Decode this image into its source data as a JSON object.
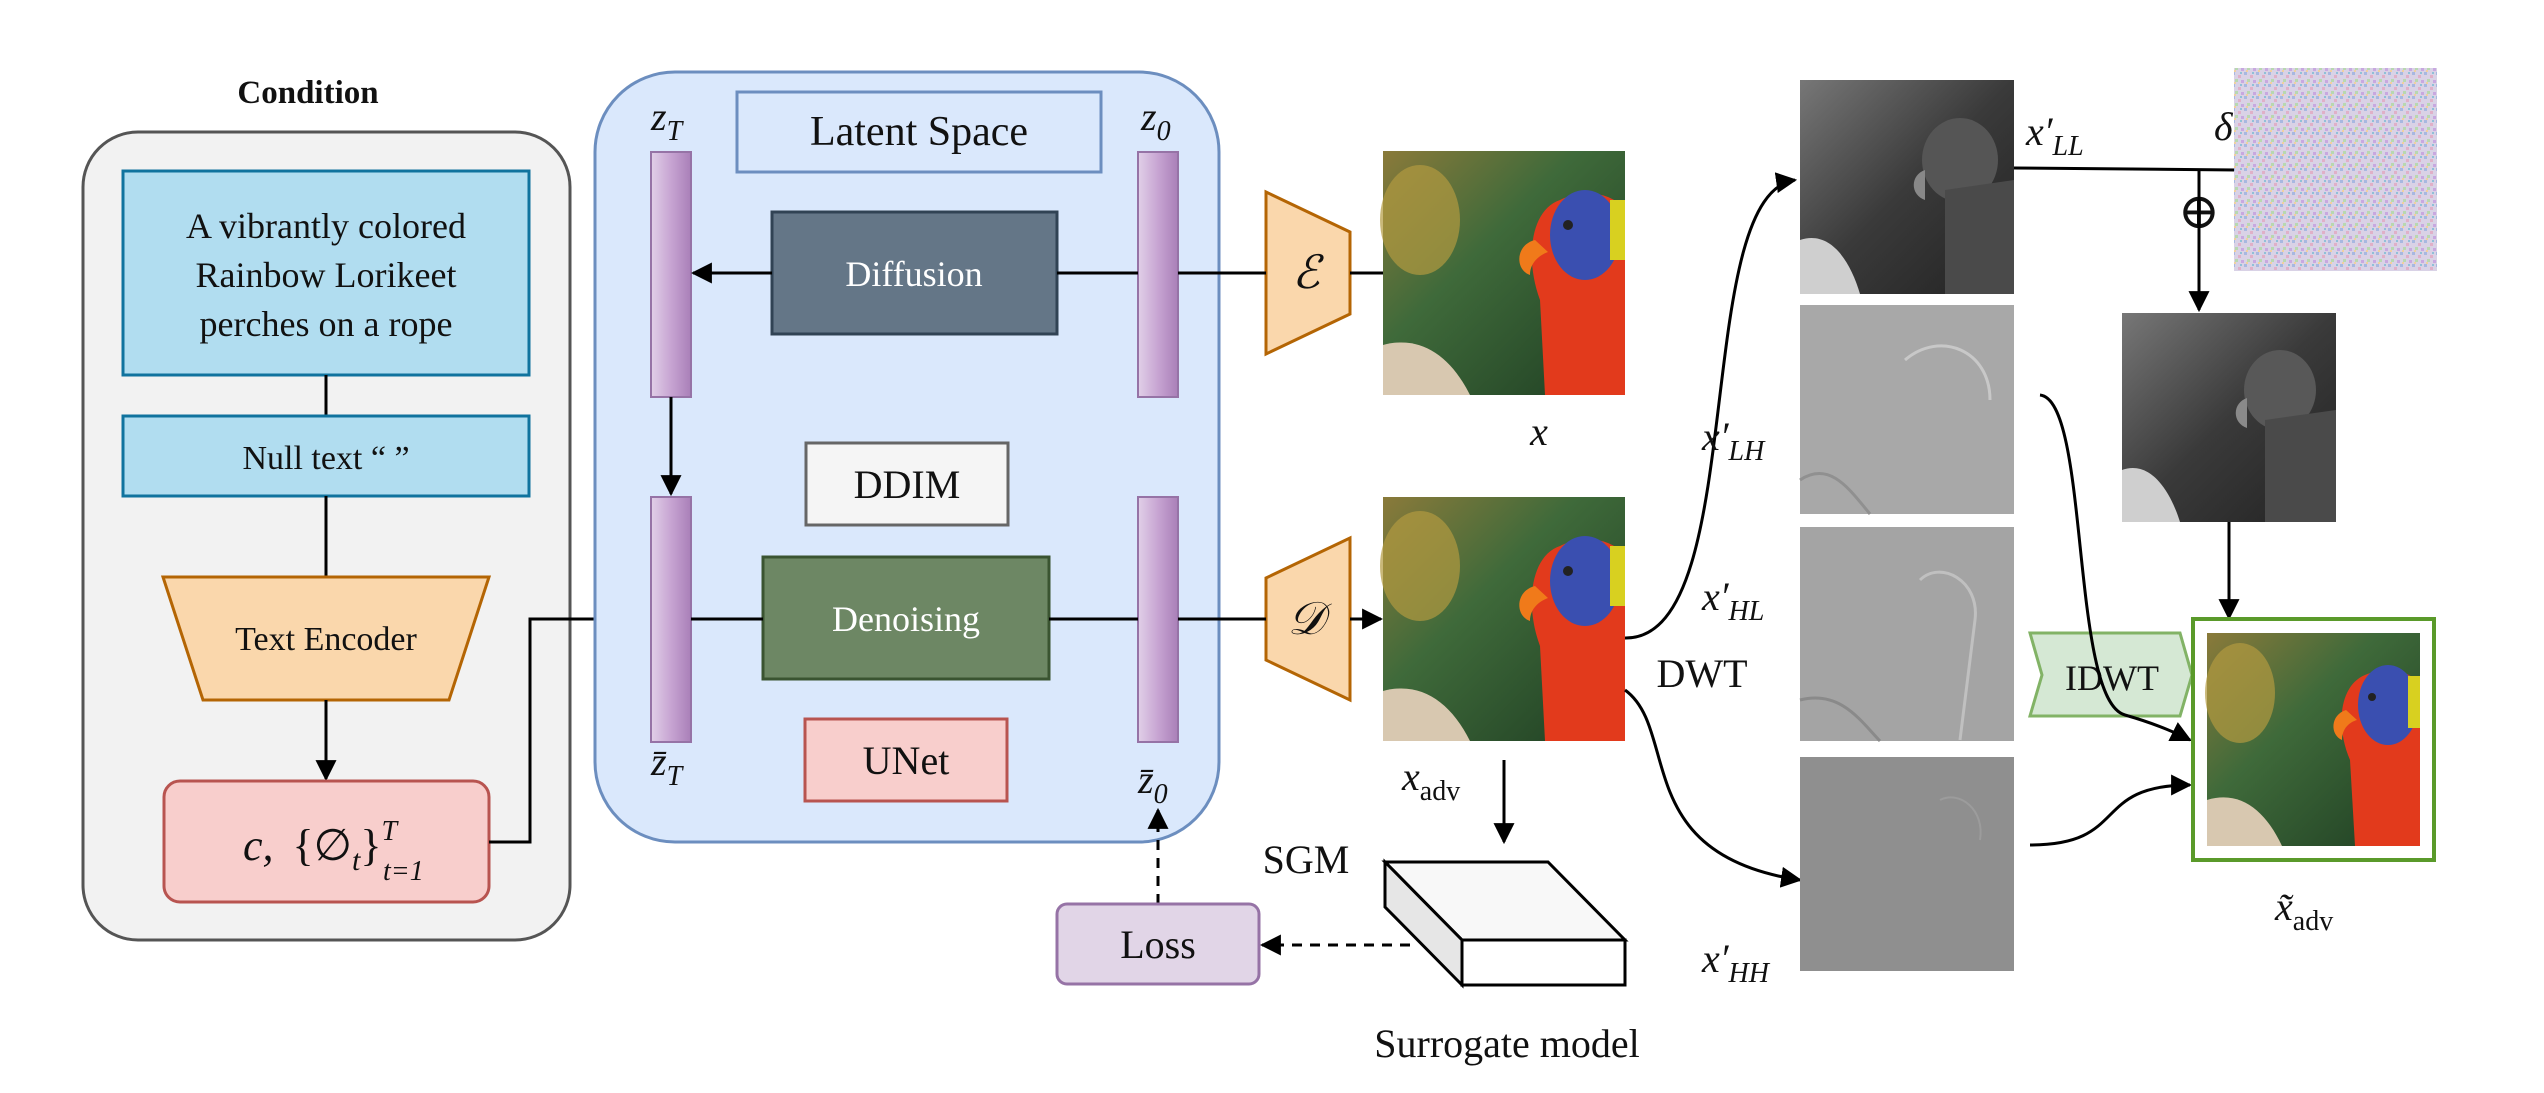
{
  "condition": {
    "title": "Condition",
    "prompt_lines": [
      "A vibrantly colored",
      "Rainbow Lorikeet",
      "perches on a rope"
    ],
    "null_text": "Null text “   ”",
    "text_encoder": "Text Encoder",
    "embedding_c": "c,",
    "embedding_set": "{∅",
    "embedding_t_sub": "t",
    "embedding_close": "}",
    "embedding_sup": "T",
    "embedding_sub": "t=1"
  },
  "latent": {
    "title": "Latent Space",
    "zT": "z",
    "zT_sub": "T",
    "z0": "z",
    "z0_sub": "0",
    "zbarT": "z̄",
    "zbarT_sub": "T",
    "zbar0": "z̄",
    "zbar0_sub": "0",
    "diffusion": "Diffusion",
    "ddim": "DDIM",
    "denoising": "Denoising",
    "unet": "UNet"
  },
  "encoder_symbol": "ℰ",
  "decoder_symbol": "𝒟",
  "x_label": "x",
  "x_adv": "x",
  "x_adv_sub": "adv",
  "sgm": "SGM",
  "surrogate": "Surrogate model",
  "loss": "Loss",
  "dwt": "DWT",
  "idwt": "IDWT",
  "wavelet": {
    "LL": "x′",
    "LL_sub": "LL",
    "LH": "x′",
    "LH_sub": "LH",
    "HL": "x′",
    "HL_sub": "HL",
    "HH": "x′",
    "HH_sub": "HH"
  },
  "delta": "δ",
  "oplus": "⊕",
  "x_tilde": "x̃",
  "x_tilde_sub": "adv",
  "colors": {
    "condition_bg": "#f2f2f2",
    "latent_bg": "#dae8fc",
    "latent_border": "#6c8ebf",
    "prompt_box": "#b1ddf0",
    "prompt_border": "#10739e",
    "encoder_fill": "#fad7ac",
    "encoder_border": "#b46504",
    "embed_fill": "#f8cecc",
    "embed_border": "#b85450",
    "diffusion_fill": "#647687",
    "denoising_fill": "#6d8764",
    "column_fill": "#c7a4d2",
    "loss_fill": "#e1d5e7",
    "loss_border": "#9673a6",
    "idwt_fill": "#d5e8d4",
    "idwt_border": "#82b366",
    "output_border": "#5a9a2a"
  }
}
